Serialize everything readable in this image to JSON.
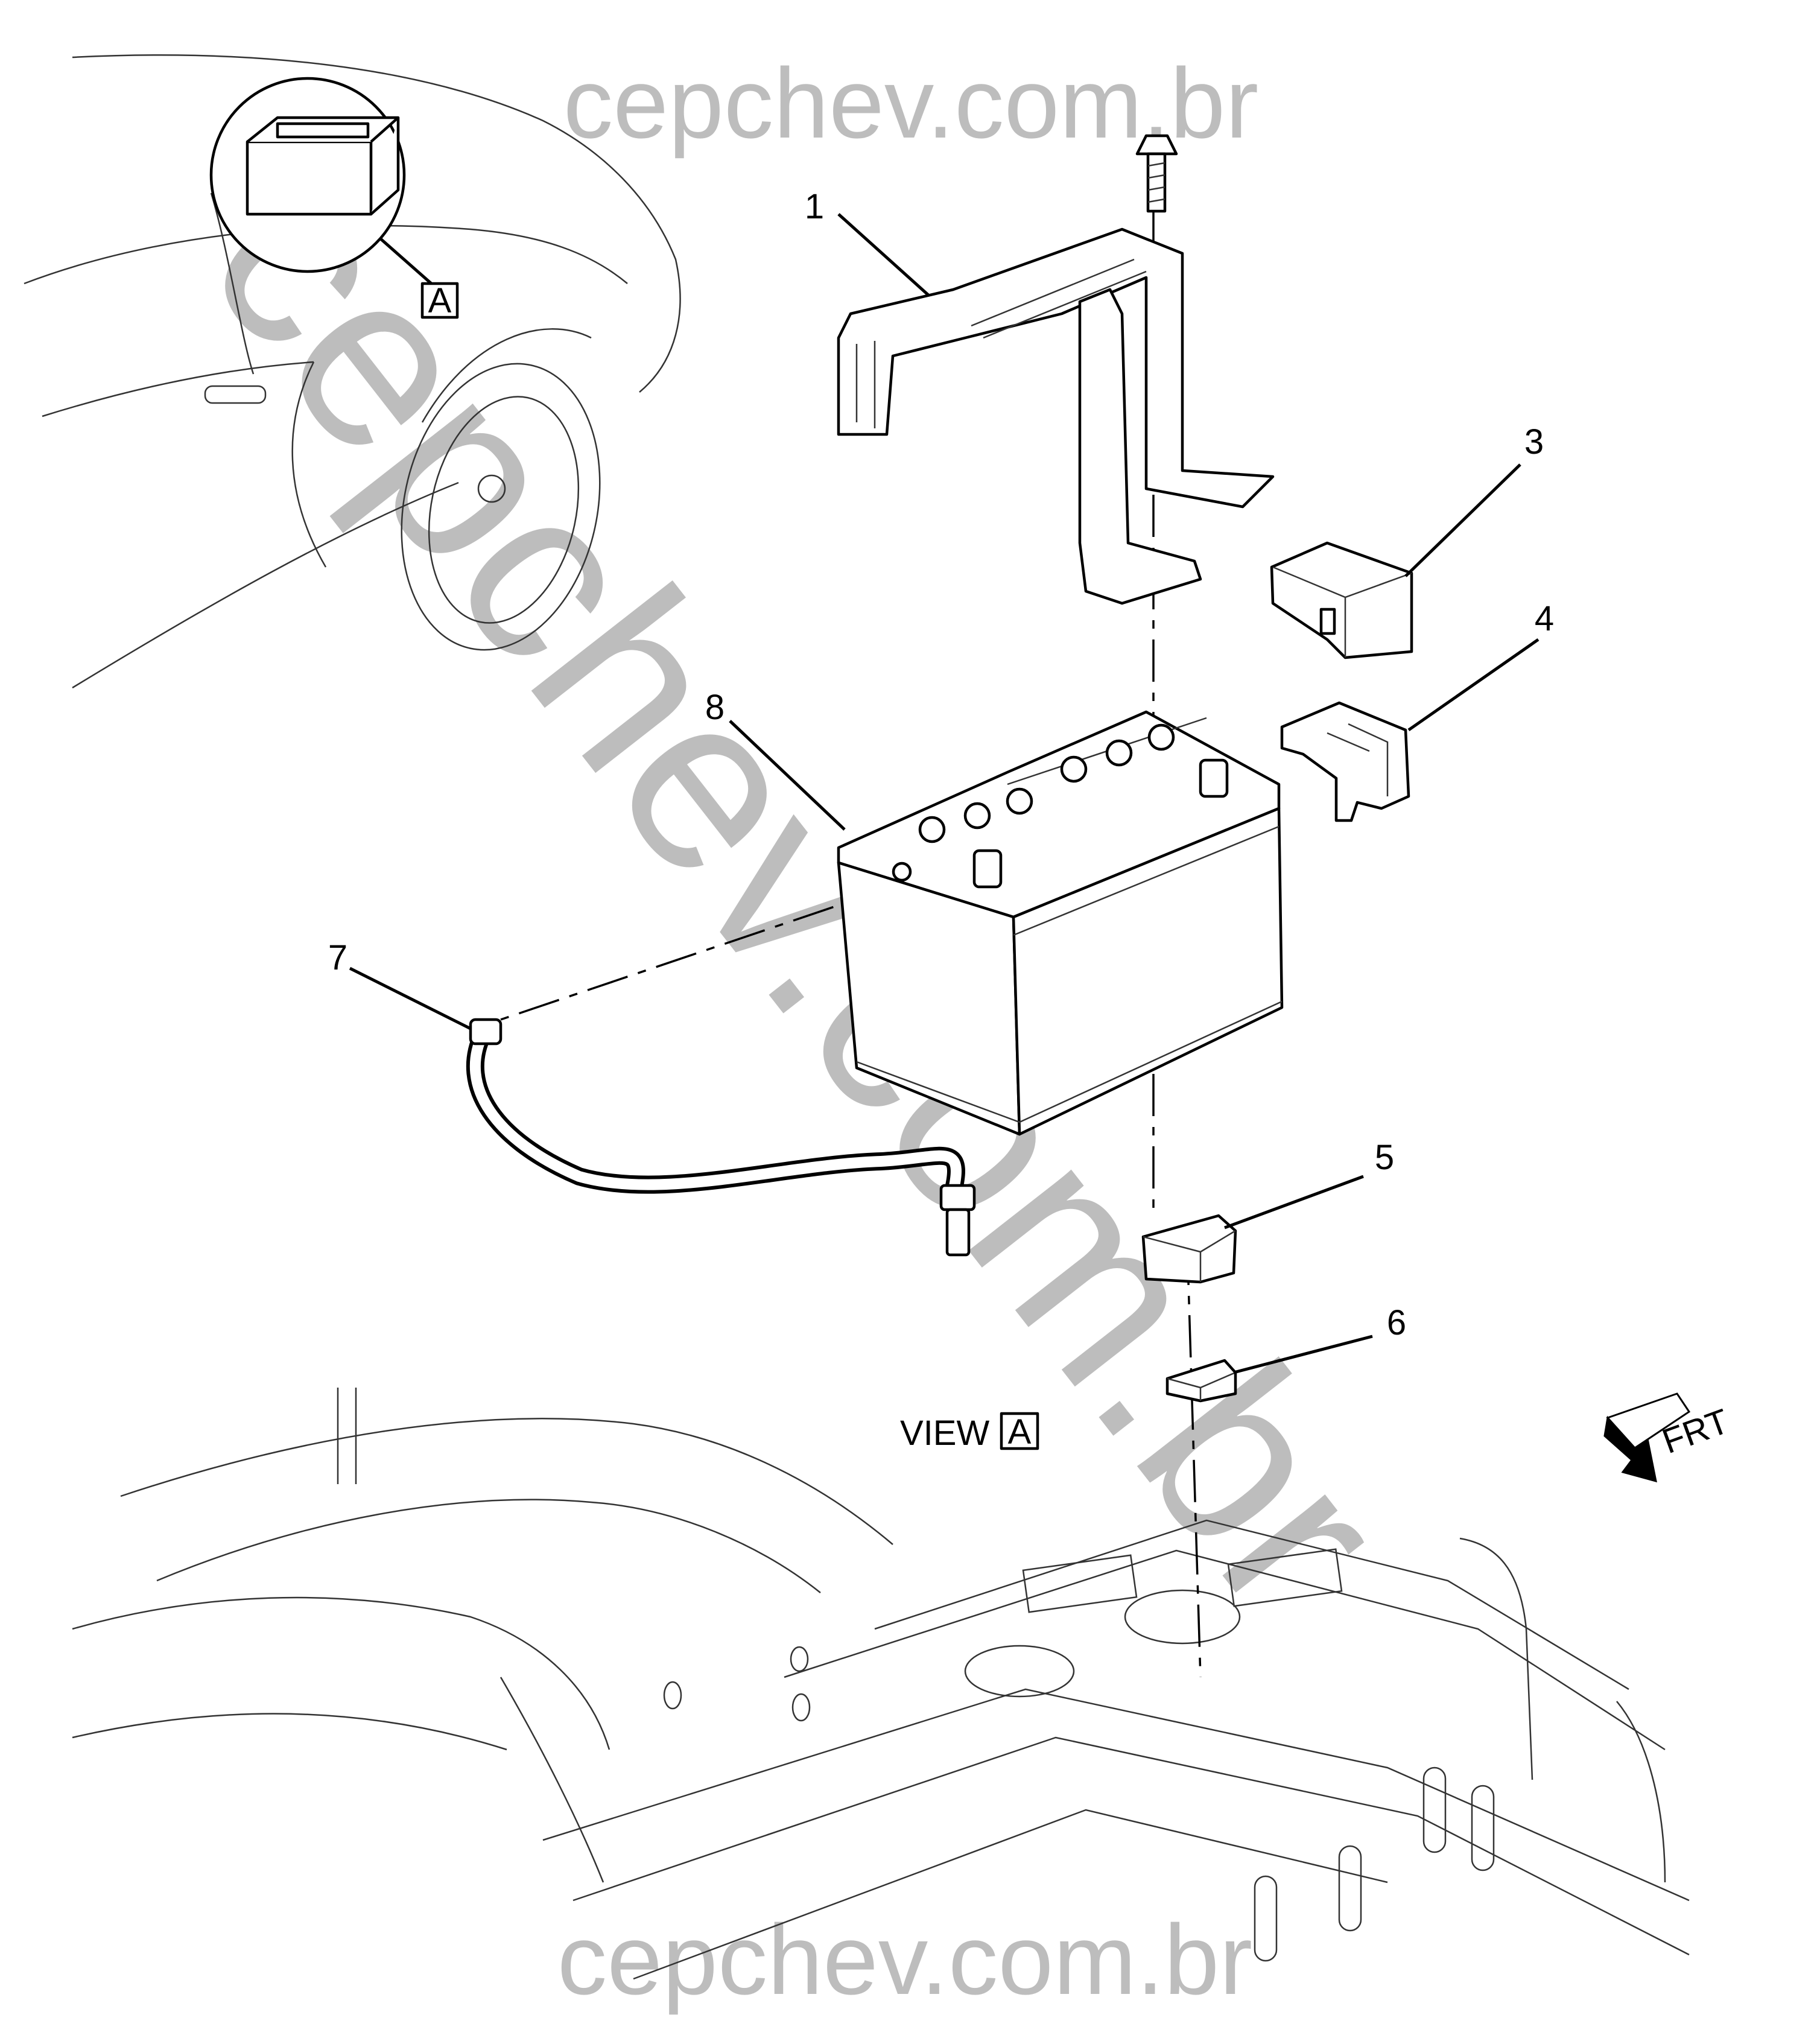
{
  "watermark": {
    "top": "cepchev.com.br",
    "bottom": "cepchev.com.br",
    "diagonal": "cepchev.com.br",
    "color": "#bdbdbd"
  },
  "callouts": {
    "c1": "1",
    "c3": "3",
    "c4": "4",
    "c5": "5",
    "c6": "6",
    "c7": "7",
    "c8": "8"
  },
  "view": {
    "detail_marker": "A",
    "label": "VIEW",
    "letter": "A"
  },
  "direction": {
    "label": "FRT"
  }
}
